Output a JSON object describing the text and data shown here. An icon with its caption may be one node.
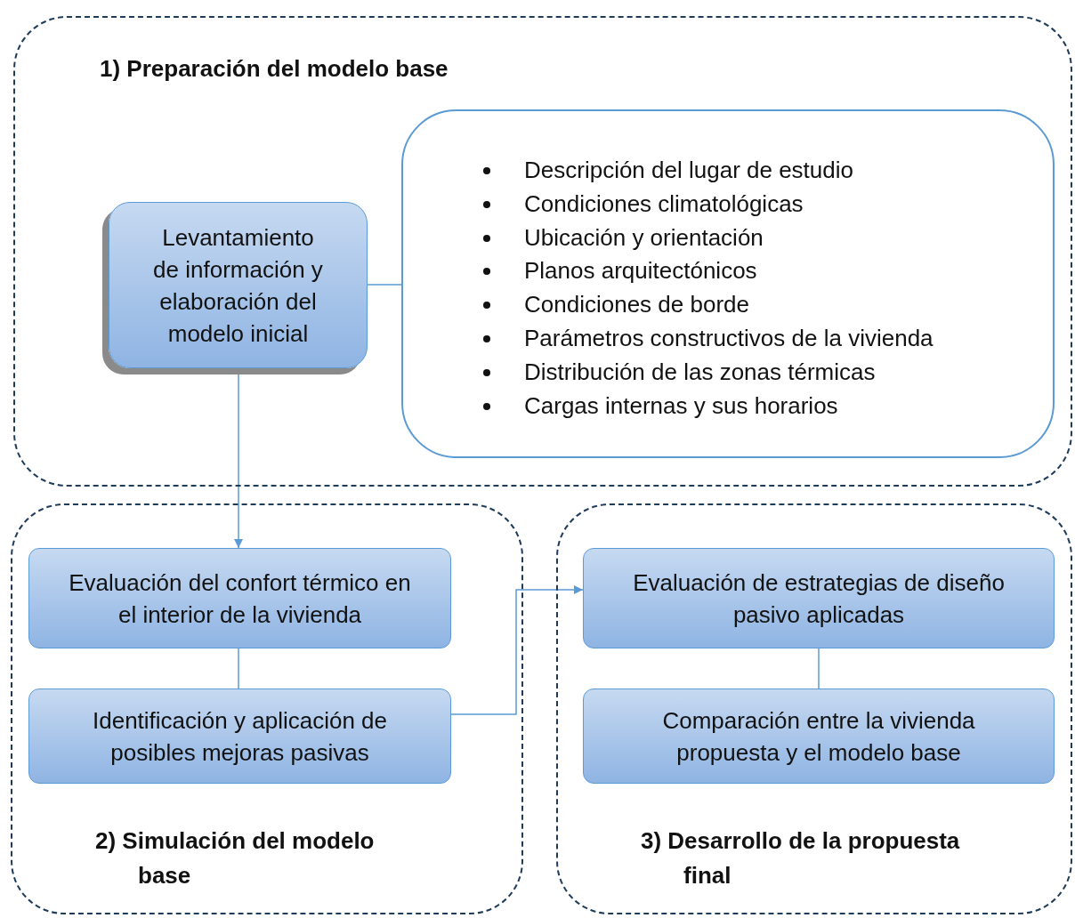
{
  "diagram": {
    "nodes": [
      {
        "text": [
          "1) Preparación del modelo base"
        ]
      },
      {
        "text": [
          "Levantamiento de información y elaboración del modelo inicial"
        ],
        "in": 0
      },
      {
        "text": [
          "Descripción del lugar de estudio",
          "Condiciones climatológicas",
          "Ubicación y orientación",
          "Planos arquitectónicos",
          "Condiciones de borde",
          "Parámetros constructivos de la vivienda",
          "Distribución de las zonas térmicas",
          "Cargas internas y sus horarios"
        ],
        "in": 0
      },
      {
        "text": [
          "2) Simulación del modelo base"
        ]
      },
      {
        "text": [
          "Evaluación del confort térmico en el interior de la vivienda"
        ],
        "in": 3
      },
      {
        "text": [
          "Identificación y aplicación de posibles mejoras pasivas"
        ],
        "in": 3
      },
      {
        "text": [
          "3) Desarrollo de la propuesta final"
        ]
      },
      {
        "text": [
          "Evaluación de estrategias de diseño pasivo aplicadas"
        ],
        "in": 6
      },
      {
        "text": [
          "Comparación entre la vivienda propuesta y el modelo base"
        ],
        "in": 6
      }
    ],
    "edges": [
      {
        "from": 1,
        "to": 2,
        "arrow": "none"
      },
      {
        "from": 1,
        "to": 4,
        "arrow": "to"
      },
      {
        "from": 4,
        "to": 5,
        "arrow": "none"
      },
      {
        "from": 5,
        "to": 7,
        "arrow": "to"
      },
      {
        "from": 7,
        "to": 8,
        "arrow": "none"
      }
    ]
  }
}
